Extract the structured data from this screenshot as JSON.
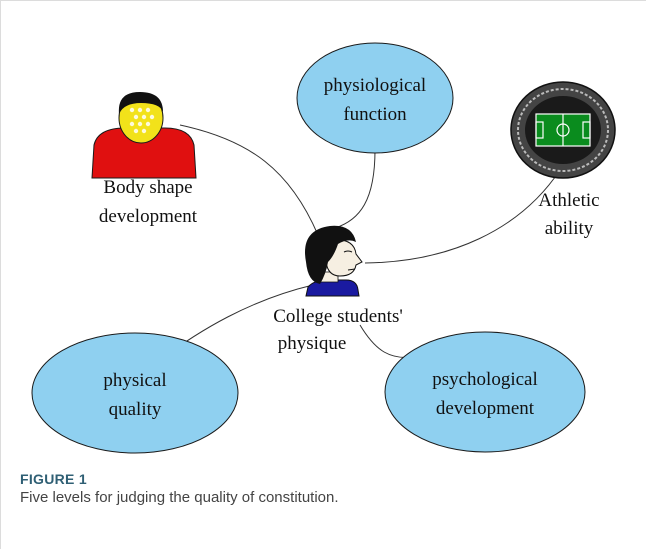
{
  "diagram": {
    "center": {
      "line1": "College students'",
      "line2": "physique"
    },
    "nodes": [
      {
        "id": "physiological-function",
        "line1": "physiological",
        "line2": "function"
      },
      {
        "id": "physical-quality",
        "line1": "physical",
        "line2": "quality"
      },
      {
        "id": "psychological-development",
        "line1": "psychological",
        "line2": "development"
      },
      {
        "id": "body-shape",
        "line1": "Body shape",
        "line2": "development"
      },
      {
        "id": "athletic-ability",
        "line1": "Athletic",
        "line2": "ability"
      }
    ]
  },
  "caption": {
    "label": "FIGURE 1",
    "text": "Five levels for judging the quality of constitution."
  },
  "colors": {
    "ellipse_fill": "#8fd0f0",
    "ellipse_stroke": "#1a1a1a",
    "shirt_red": "#e01010",
    "shirt_blue": "#1a1aa0",
    "field_green": "#0a8c1e",
    "caption_label": "#2f5f74"
  }
}
